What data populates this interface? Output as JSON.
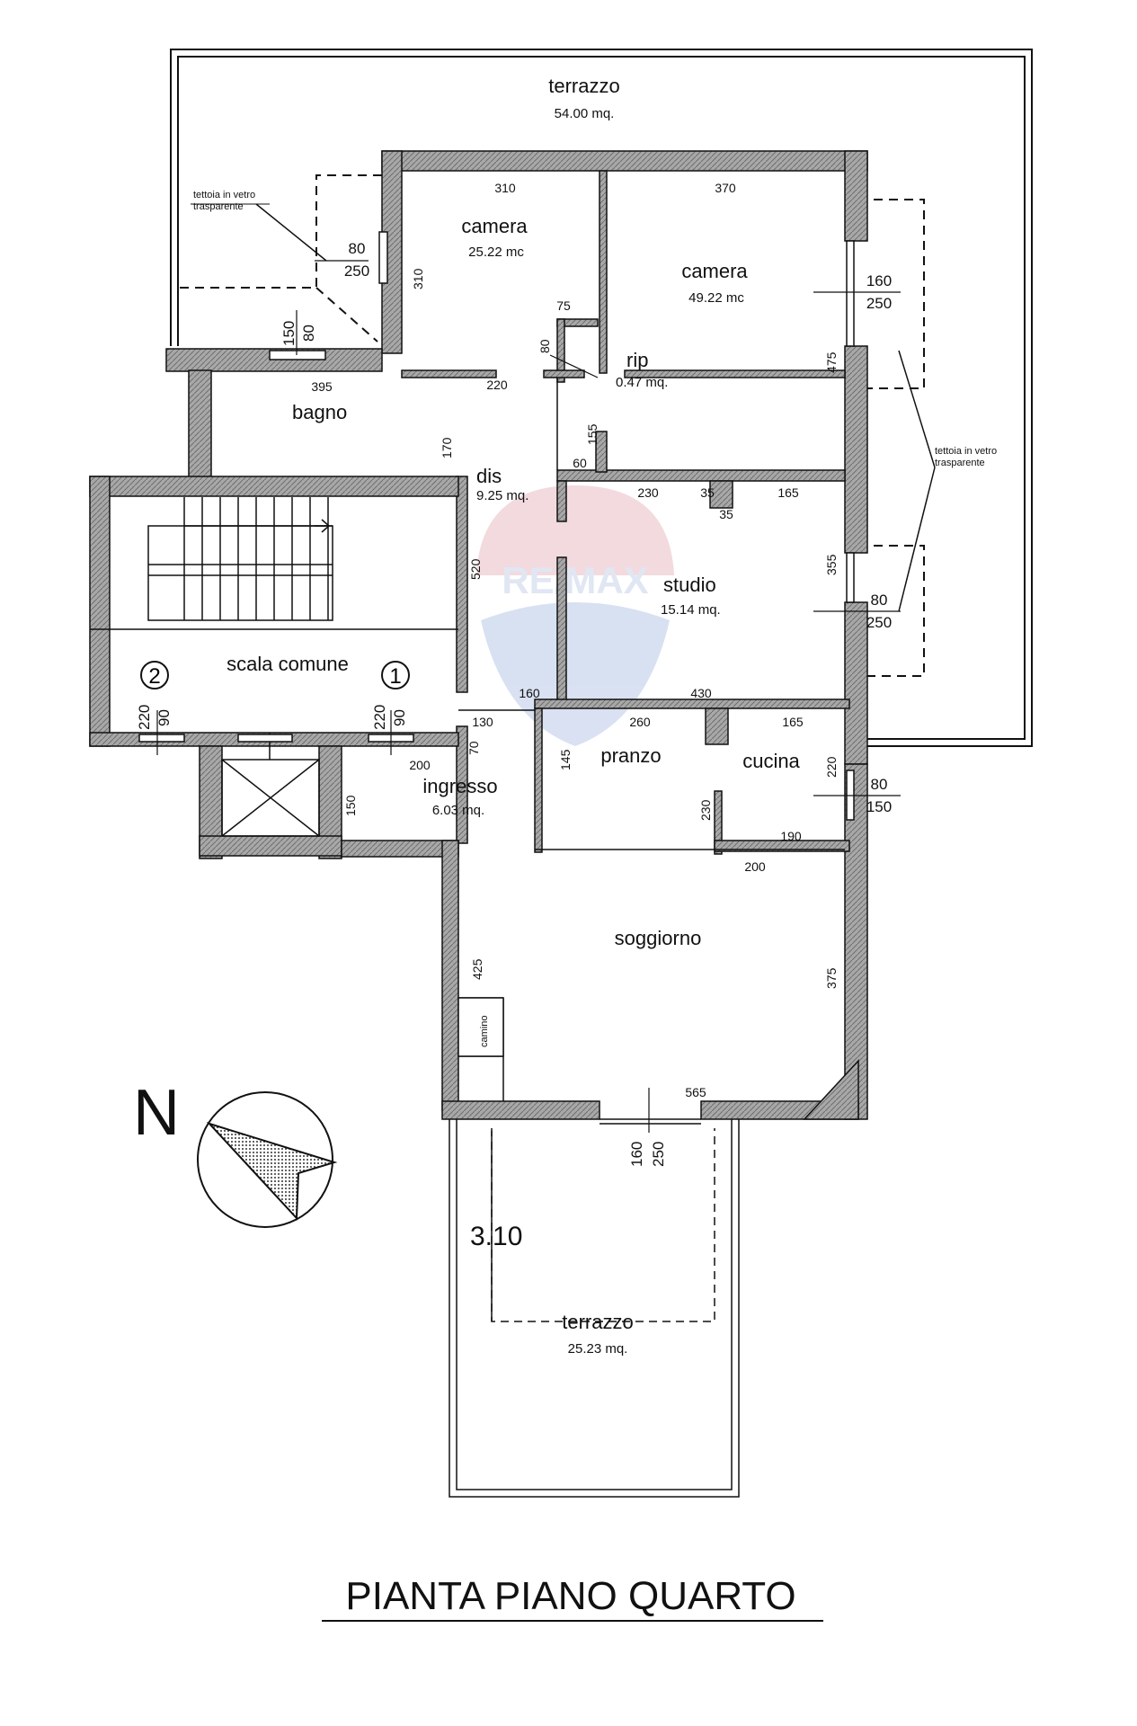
{
  "title": "PIANTA PIANO QUARTO",
  "north_label": "N",
  "watermark": "RE/MAX",
  "colors": {
    "wall_fill": "#9a9a9a",
    "line": "#111111",
    "watermark_red": "#e8bcc4",
    "watermark_blue": "#b9c9e8"
  },
  "rooms": {
    "terrazzo_nord": {
      "name": "terrazzo",
      "area": "54.00 mq."
    },
    "camera_1": {
      "name": "camera",
      "area": "25.22 mc"
    },
    "camera_2": {
      "name": "camera",
      "area": "49.22 mc"
    },
    "rip": {
      "name": "rip",
      "area": "0.47 mq."
    },
    "bagno": {
      "name": "bagno"
    },
    "dis": {
      "name": "dis",
      "area": "9.25 mq."
    },
    "studio": {
      "name": "studio",
      "area": "15.14 mq."
    },
    "scala": {
      "name": "scala comune"
    },
    "pranzo": {
      "name": "pranzo"
    },
    "cucina": {
      "name": "cucina"
    },
    "ingresso": {
      "name": "ingresso",
      "area": "6.03 mq."
    },
    "soggiorno": {
      "name": "soggiorno"
    },
    "terrazzo_sud": {
      "name": "terrazzo",
      "area": "25.23 mq."
    },
    "camino": {
      "name": "camino"
    }
  },
  "notes": {
    "tettoia_left_1": "tettoia in vetro",
    "tettoia_left_2": "trasparente",
    "tettoia_right_1": "tettoia in vetro",
    "tettoia_right_2": "trasparente"
  },
  "circles": {
    "c1": "1",
    "c2": "2"
  },
  "dims": {
    "d310a": "310",
    "d370": "370",
    "d310b": "310",
    "d75": "75",
    "d80a": "80",
    "d395": "395",
    "d220a": "220",
    "d475": "475",
    "d155": "155",
    "d170": "170",
    "d60": "60",
    "d230a": "230",
    "d35a": "35",
    "d35b": "35",
    "d165a": "165",
    "d355": "355",
    "d520": "520",
    "d160": "160",
    "d430": "430",
    "d130": "130",
    "d260": "260",
    "d165b": "165",
    "d70": "70",
    "d145": "145",
    "d220b": "220",
    "d200a": "200",
    "d150": "150",
    "d230b": "230",
    "d190": "190",
    "d200b": "200",
    "d425": "425",
    "d375": "375",
    "d565": "565",
    "d310c": "3.10"
  },
  "openings": {
    "o1_w": "80",
    "o1_h": "250",
    "o2_w": "80",
    "o2_h": "150",
    "o3_w": "160",
    "o3_h": "250",
    "o4_w": "80",
    "o4_h": "250",
    "o5_w": "90",
    "o5_h": "220",
    "o6_w": "90",
    "o6_h": "220",
    "o7_w": "80",
    "o7_h": "150",
    "o8_w": "160",
    "o8_h": "250"
  }
}
